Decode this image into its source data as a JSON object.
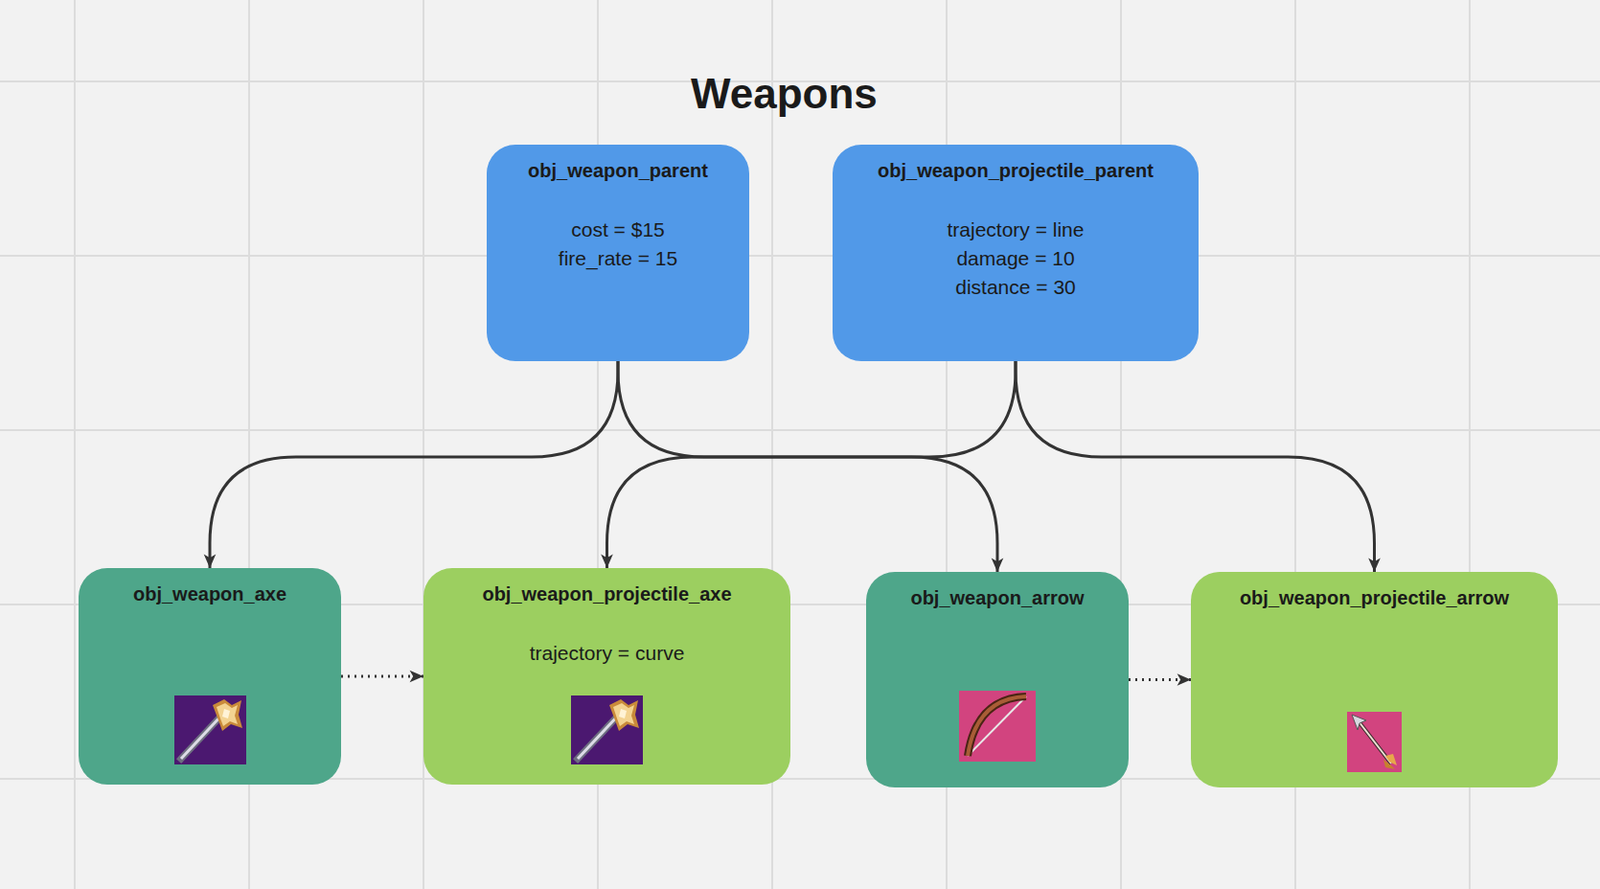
{
  "diagram": {
    "title": "Weapons",
    "nodes": [
      {
        "text": [
          "obj_weapon_parent",
          "cost = $15",
          "fire_rate = 15"
        ]
      },
      {
        "text": [
          "obj_weapon_projectile_parent",
          "trajectory = line",
          "damage = 10",
          "distance = 30"
        ]
      },
      {
        "text": [
          "obj_weapon_axe"
        ]
      },
      {
        "text": [
          "obj_weapon_projectile_axe",
          "trajectory = curve"
        ]
      },
      {
        "text": [
          "obj_weapon_arrow"
        ]
      },
      {
        "text": [
          "obj_weapon_projectile_arrow"
        ]
      }
    ],
    "edges": [
      {
        "from": 0,
        "to": 2,
        "arrow": "to"
      },
      {
        "from": 0,
        "to": 4,
        "arrow": "to"
      },
      {
        "from": 1,
        "to": 3,
        "arrow": "to"
      },
      {
        "from": 1,
        "to": 5,
        "arrow": "to"
      },
      {
        "from": 2,
        "to": 3,
        "arrow": "to"
      },
      {
        "from": 4,
        "to": 5,
        "arrow": "to"
      }
    ]
  }
}
